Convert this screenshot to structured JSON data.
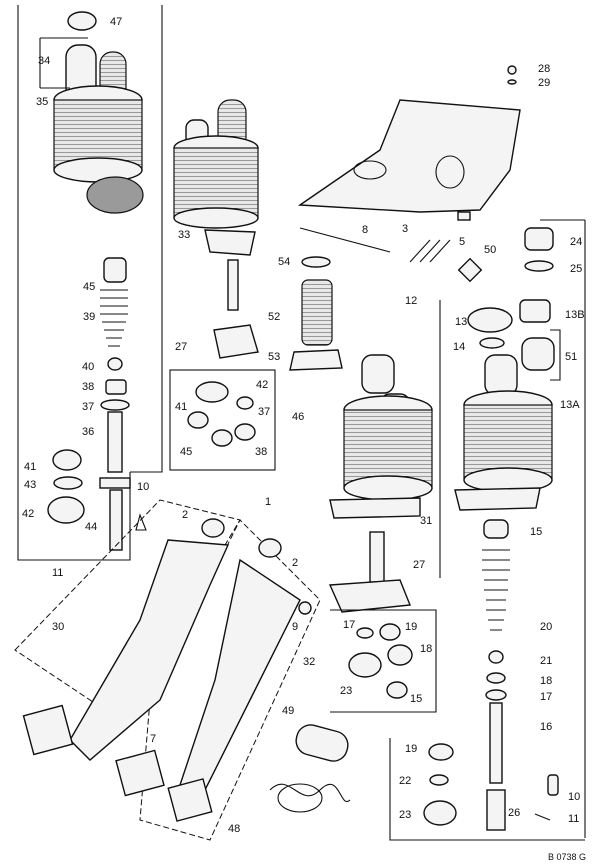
{
  "drawing_code": "B 0738 G",
  "callouts": {
    "c47": "47",
    "c34": "34",
    "c35": "35",
    "c45a": "45",
    "c39": "39",
    "c40": "40",
    "c38a": "38",
    "c37a": "37",
    "c36": "36",
    "c41a": "41",
    "c43": "43",
    "c42a": "42",
    "c44": "44",
    "c10a": "10",
    "c11a": "11",
    "c30": "30",
    "c2a": "2",
    "c1": "1",
    "c2b": "2",
    "c9": "9",
    "c7": "7",
    "c33": "33",
    "c54": "54",
    "c52": "52",
    "c27a": "27",
    "c53": "53",
    "c42b": "42",
    "c37b": "37",
    "c46": "46",
    "c41b": "41",
    "c45b": "45",
    "c38b": "38",
    "c8": "8",
    "c3": "3",
    "c5": "5",
    "c12": "12",
    "c50": "50",
    "c28": "28",
    "c29": "29",
    "c24": "24",
    "c25": "25",
    "c13": "13",
    "c13b": "13B",
    "c14": "14",
    "c51": "51",
    "c13a": "13A",
    "c31": "31",
    "c27b": "27",
    "c17a": "17",
    "c19a": "19",
    "c18a": "18",
    "c32": "32",
    "c23a": "23",
    "c15a": "15",
    "c49": "49",
    "c48": "48",
    "c15b": "15",
    "c20": "20",
    "c21": "21",
    "c18b": "18",
    "c17b": "17",
    "c16": "16",
    "c19b": "19",
    "c22": "22",
    "c23b": "23",
    "c26": "26",
    "c10b": "10",
    "c11b": "11"
  }
}
